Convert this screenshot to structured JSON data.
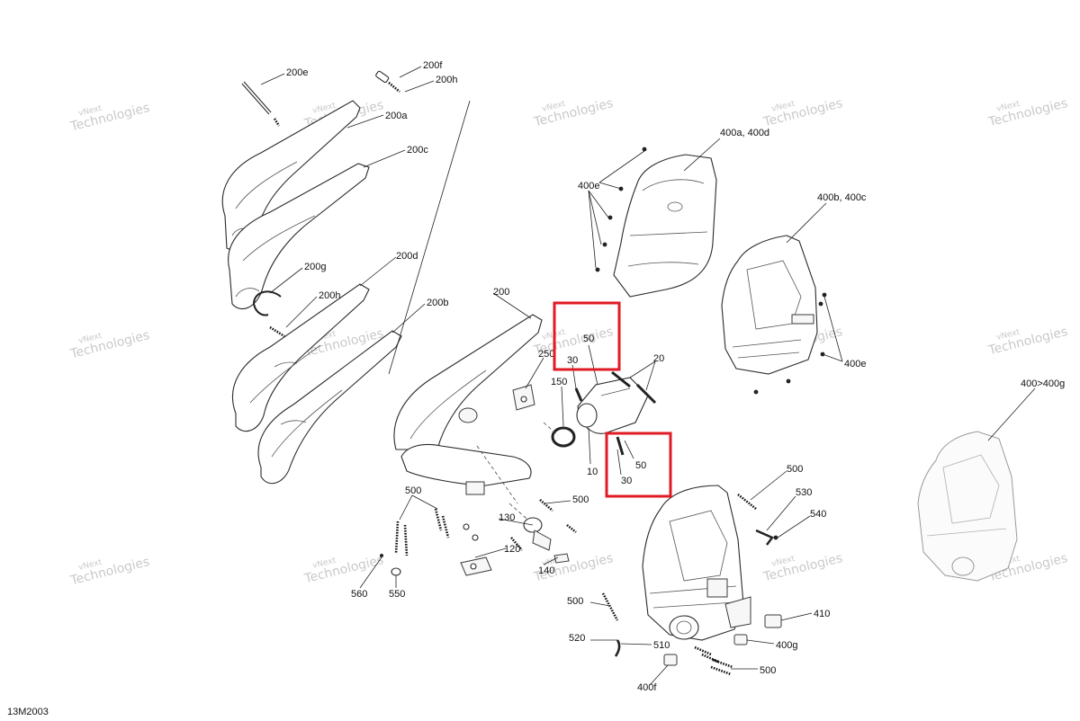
{
  "drawing_code": "13M2003",
  "watermark": {
    "line1": "vNext",
    "line2": "Technologies"
  },
  "callouts": {
    "c200e": "200e",
    "c200f": "200f",
    "c200h_top": "200h",
    "c200a": "200a",
    "c200c": "200c",
    "c200g": "200g",
    "c200d": "200d",
    "c200h_mid": "200h",
    "c200b": "200b",
    "c200": "200",
    "c250": "250",
    "c50_top": "50",
    "c30_top": "30",
    "c20": "20",
    "c150": "150",
    "c10": "10",
    "c50_bot": "50",
    "c30_bot": "30",
    "c400a": "400a, 400d",
    "c400e_top": "400e",
    "c400b": "400b, 400c",
    "c400e_right": "400e",
    "c400to400g": "400>400g",
    "c500_left": "500",
    "c500_mid": "500",
    "c130": "130",
    "c120": "120",
    "c140": "140",
    "c560": "560",
    "c550": "550",
    "c500_right": "500",
    "c530": "530",
    "c540": "540",
    "c500_bottom": "500",
    "c520": "520",
    "c510": "510",
    "c410": "410",
    "c400g": "400g",
    "c500_br": "500",
    "c400f": "400f"
  }
}
